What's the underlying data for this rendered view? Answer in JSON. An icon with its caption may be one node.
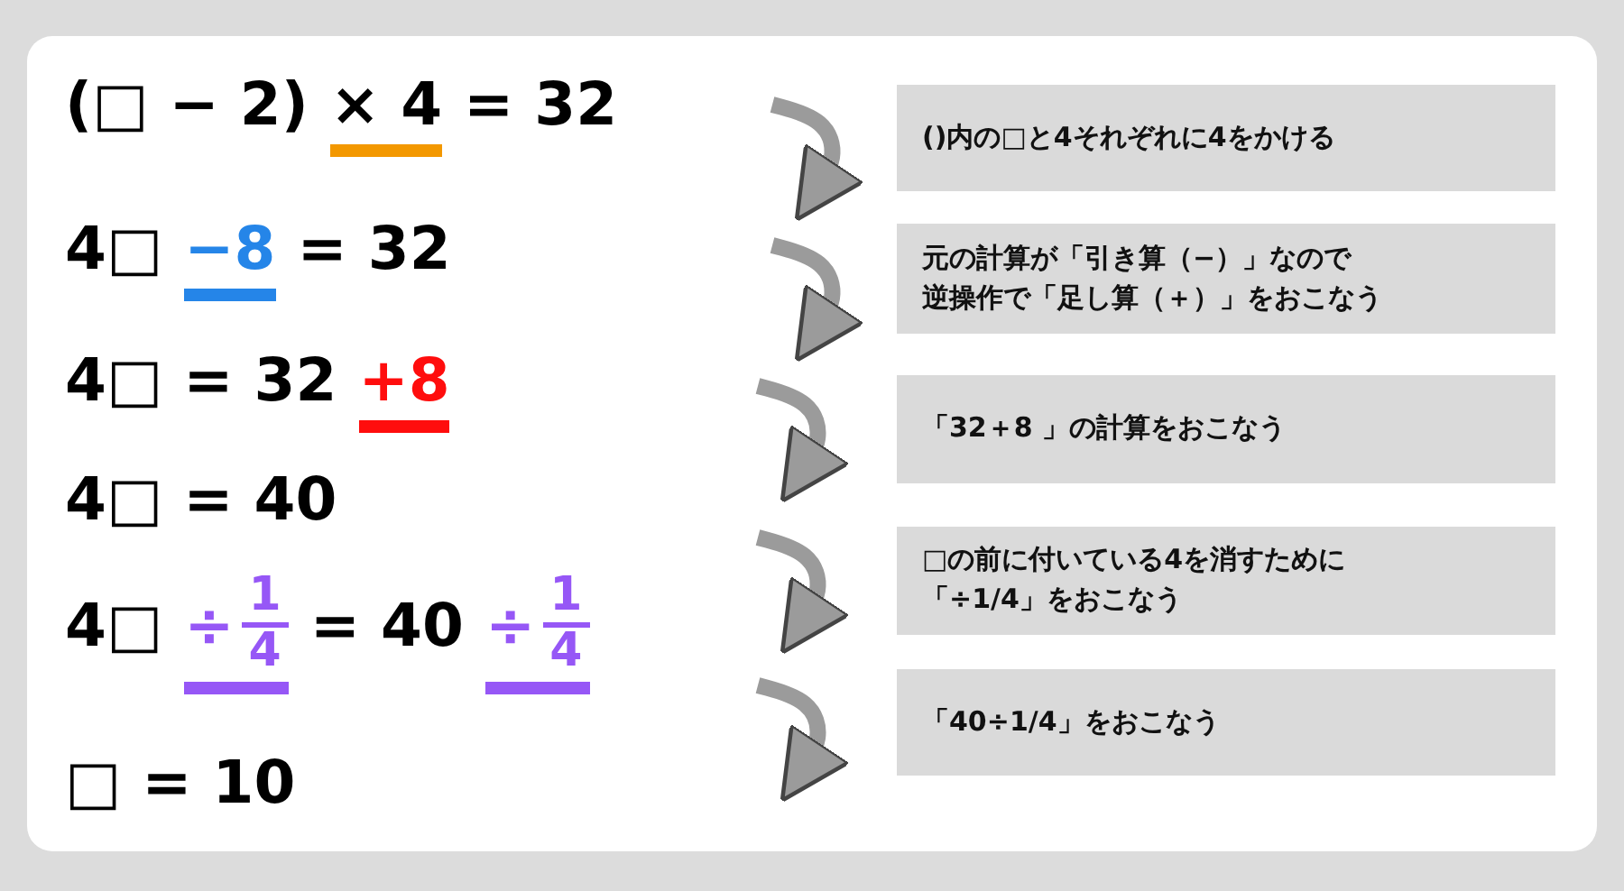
{
  "diagram": {
    "nodes": [
      {
        "text": [
          "(□ − 2)",
          "× 4",
          "= 32"
        ]
      },
      {
        "text": [
          "4□",
          "−8",
          "= 32"
        ]
      },
      {
        "text": [
          "4□ = 32",
          "+8"
        ]
      },
      {
        "text": [
          "4□ = 40"
        ]
      },
      {
        "text": [
          "4□",
          "÷",
          "1",
          "4",
          "= 40",
          "÷",
          "1",
          "4"
        ]
      },
      {
        "text": [
          "□ = 10"
        ]
      },
      {
        "text": [
          "()内の□と4それぞれに4をかける"
        ]
      },
      {
        "text": [
          "元の計算が「引き算（−）」なので逆操作で「足し算（＋）」をおこなう"
        ]
      },
      {
        "text": [
          "「32＋8 」の計算をおこなう"
        ]
      },
      {
        "text": [
          "□の前に付いている4を消すために「÷1/4」をおこなう"
        ]
      },
      {
        "text": [
          "「40÷1/4」をおこなう"
        ]
      }
    ]
  }
}
